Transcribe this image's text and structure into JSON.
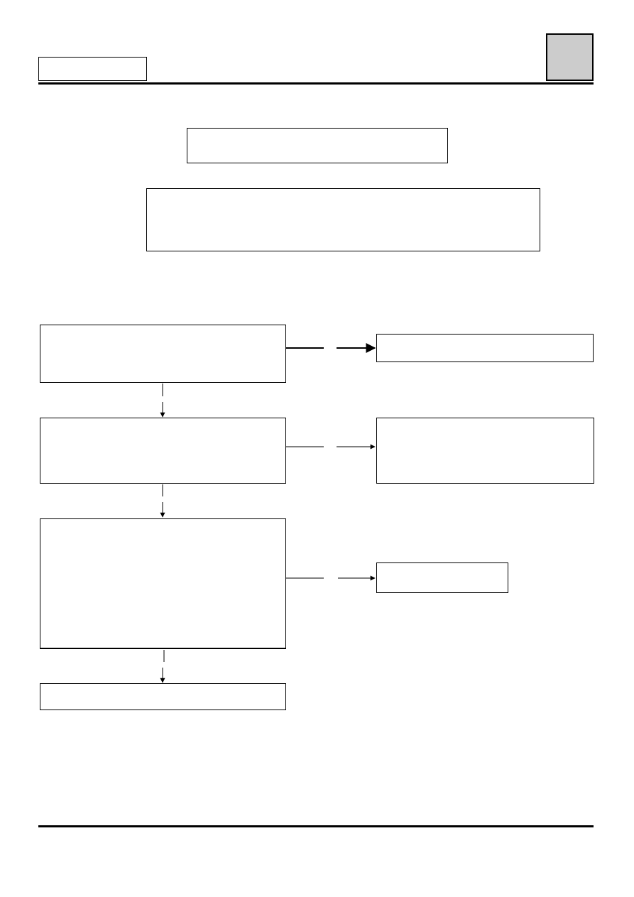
{
  "header": {
    "section_label": "",
    "tab_marker": "",
    "tab_marker_color": "#cccccc"
  },
  "intro": {
    "title": "",
    "description": ""
  },
  "flow": {
    "steps": [
      {
        "id": "step-1",
        "text": ""
      },
      {
        "id": "step-2",
        "text": ""
      },
      {
        "id": "step-3",
        "text": ""
      },
      {
        "id": "step-4",
        "text": ""
      }
    ],
    "outcomes": [
      {
        "id": "outcome-1",
        "text": ""
      },
      {
        "id": "outcome-2",
        "text": ""
      },
      {
        "id": "outcome-3",
        "text": ""
      }
    ]
  }
}
